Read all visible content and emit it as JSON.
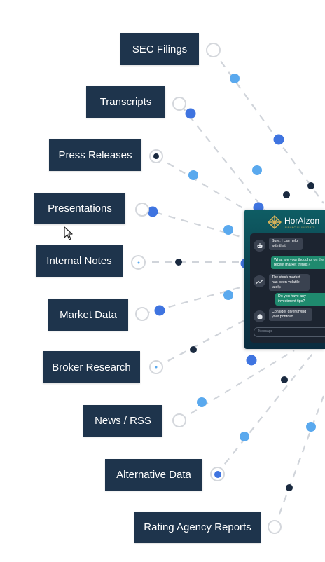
{
  "sources": [
    {
      "label": "SEC Filings"
    },
    {
      "label": "Transcripts"
    },
    {
      "label": "Press Releases"
    },
    {
      "label": "Presentations"
    },
    {
      "label": "Internal Notes"
    },
    {
      "label": "Market Data"
    },
    {
      "label": "Broker Research"
    },
    {
      "label": "News / RSS"
    },
    {
      "label": "Alternative Data"
    },
    {
      "label": "Rating Agency Reports"
    }
  ],
  "colors": {
    "box": "#1e344c",
    "dot_light": "#5aa9ee",
    "dot_blue": "#3f74e0",
    "dot_navy": "#1a2a40",
    "wire": "#d0d4da",
    "ring": "#d4d7dc"
  },
  "chat": {
    "brand": "HorAIzon",
    "tagline": "FINANCIAL INSIGHTS",
    "messages": [
      {
        "from": "bot",
        "text": "Sure, I can help with that!",
        "icon": "robot-icon"
      },
      {
        "from": "user",
        "text": "What are your thoughts on the recent market trends?"
      },
      {
        "from": "bot",
        "text": "The stock market has been volatile lately.",
        "icon": "trend-icon"
      },
      {
        "from": "user",
        "text": "Do you have any investment tips?"
      },
      {
        "from": "bot",
        "text": "Consider diversifying your portfolio",
        "icon": "robot-icon"
      }
    ],
    "input_placeholder": "Message"
  }
}
